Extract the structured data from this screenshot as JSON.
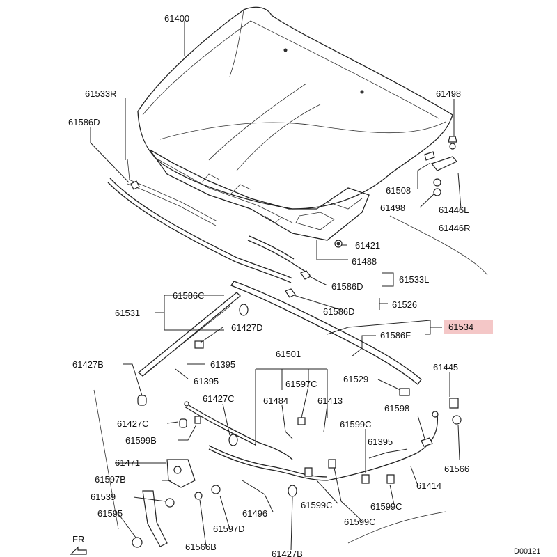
{
  "diagram": {
    "callouts": {
      "c61400": "61400",
      "c61533R": "61533R",
      "c61586D_tl": "61586D",
      "c61498_top": "61498",
      "c61508": "61508",
      "c61498_mid": "61498",
      "c61446L": "61446L",
      "c61446R": "61446R",
      "c61421": "61421",
      "c61488": "61488",
      "c61586D_mid": "61586D",
      "c61533L": "61533L",
      "c61586C": "61586C",
      "c61531": "61531",
      "c61427D": "61427D",
      "c61586D_low": "61586D",
      "c61526": "61526",
      "c61534": "61534",
      "c61586F": "61586F",
      "c61427B_left": "61427B",
      "c61395_a": "61395",
      "c61395_b": "61395",
      "c61501": "61501",
      "c61597C_top": "61597C",
      "c61529": "61529",
      "c61445": "61445",
      "c61427C_top": "61427C",
      "c61484": "61484",
      "c61413": "61413",
      "c61598": "61598",
      "c61427C_left": "61427C",
      "c61599B": "61599B",
      "c61599C_a": "61599C",
      "c61395_c": "61395",
      "c61566_right": "61566",
      "c61471": "61471",
      "c61597B": "61597B",
      "c61414": "61414",
      "c61539": "61539",
      "c61496": "61496",
      "c61599C_b": "61599C",
      "c61599C_c": "61599C",
      "c61595": "61595",
      "c61597D": "61597D",
      "c61599C_d": "61599C",
      "c61566B": "61566B",
      "c61427B_bottom": "61427B",
      "direction_fr": "FR",
      "drawing_id": "D00121"
    },
    "highlight_color": "#f4c7c7"
  }
}
